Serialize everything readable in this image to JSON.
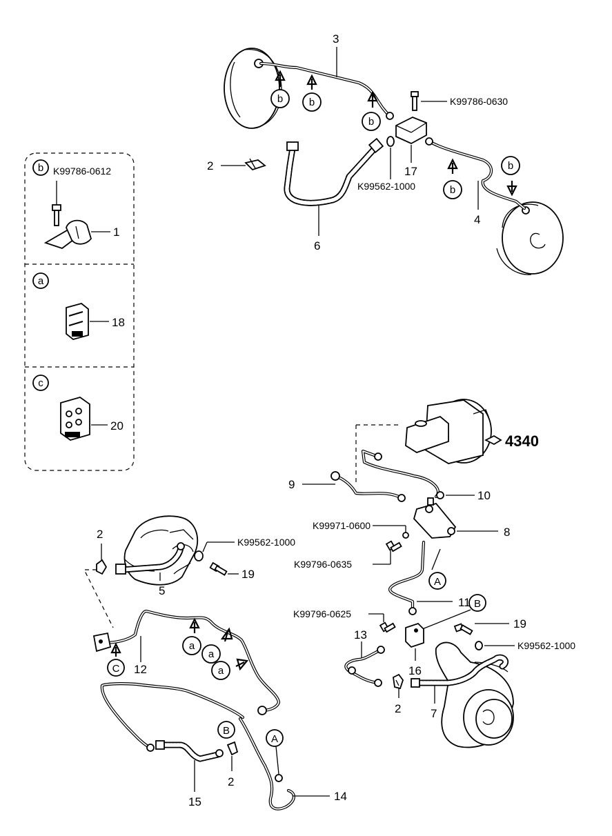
{
  "callouts": {
    "n1": "1",
    "n2a": "2",
    "n2b": "2",
    "n2c": "2",
    "n2d": "2",
    "n3": "3",
    "n4": "4",
    "n5": "5",
    "n6": "6",
    "n7": "7",
    "n8": "8",
    "n9": "9",
    "n10": "10",
    "n11": "11",
    "n12": "12",
    "n13": "13",
    "n14": "14",
    "n15": "15",
    "n16": "16",
    "n17": "17",
    "n18": "18",
    "n19a": "19",
    "n19b": "19",
    "n20": "20"
  },
  "part_numbers": {
    "p0630": "K99786-0630",
    "p0612": "K99786-0612",
    "p1000_top": "K99562-1000",
    "p0600": "K99971-0600",
    "p0635": "K99796-0635",
    "p1000_left": "K99562-1000",
    "p0625": "K99796-0625",
    "p1000_right": "K99562-1000"
  },
  "reference": "4340",
  "markers": {
    "b": "b",
    "a": "a",
    "c": "c",
    "A": "A",
    "B": "B",
    "C": "C"
  }
}
